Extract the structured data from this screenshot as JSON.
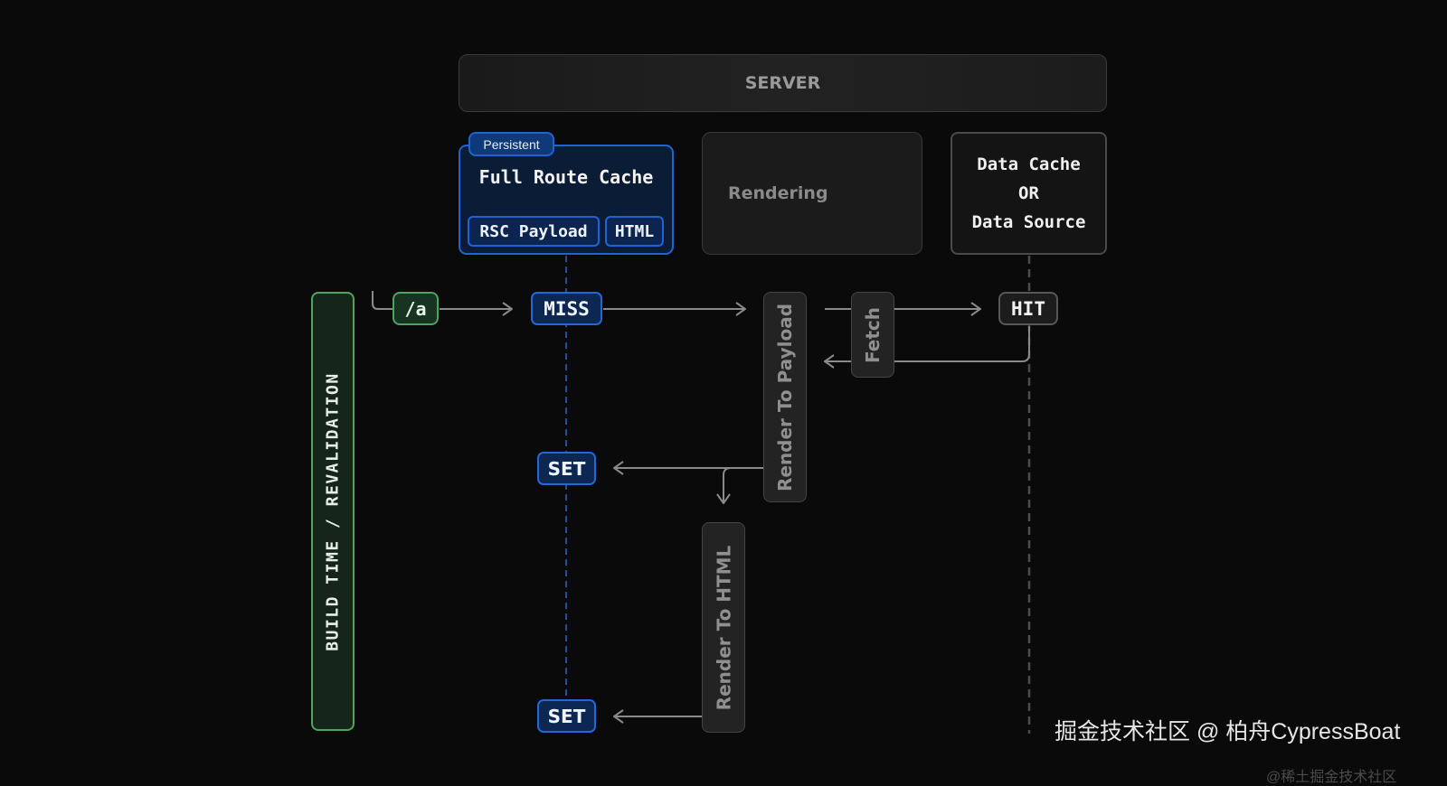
{
  "server": {
    "label": "SERVER"
  },
  "full_route_cache": {
    "badge": "Persistent",
    "title": "Full Route Cache",
    "chips": [
      "RSC Payload",
      "HTML"
    ]
  },
  "rendering": {
    "label": "Rendering"
  },
  "data_cache": {
    "lines": [
      "Data Cache",
      "OR",
      "Data Source"
    ]
  },
  "build_bar": {
    "label": "BUILD TIME / REVALIDATION"
  },
  "flow": {
    "route": "/a",
    "miss": "MISS",
    "hit": "HIT",
    "set_payload": "SET",
    "set_html": "SET",
    "render_to_payload": "Render To Payload",
    "fetch": "Fetch",
    "render_to_html": "Render To HTML"
  },
  "colors": {
    "background": "#0a0a0a",
    "blue_accent": "#1f63d4",
    "green_accent": "#4ea45e",
    "arrow": "#8a8a8a"
  },
  "watermark": {
    "text": "掘金技术社区 @ 柏舟CypressBoat",
    "subtext": "@稀土掘金技术社区"
  }
}
